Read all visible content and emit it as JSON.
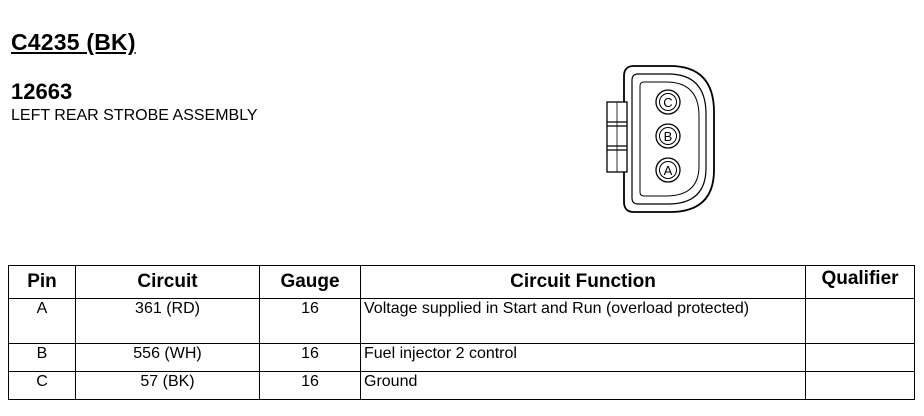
{
  "header": {
    "connector_id": "C4235 (BK)",
    "part_number": "12663",
    "description": "LEFT REAR STROBE ASSEMBLY"
  },
  "connector_diagram": {
    "pins": [
      "C",
      "B",
      "A"
    ]
  },
  "table": {
    "headers": {
      "pin": "Pin",
      "circuit": "Circuit",
      "gauge": "Gauge",
      "function": "Circuit Function",
      "qualifier": "Qualifier"
    },
    "rows": [
      {
        "pin": "A",
        "circuit": "361 (RD)",
        "gauge": "16",
        "function": "Voltage supplied in Start and Run (overload protected)",
        "qualifier": ""
      },
      {
        "pin": "B",
        "circuit": "556 (WH)",
        "gauge": "16",
        "function": "Fuel injector 2 control",
        "qualifier": ""
      },
      {
        "pin": "C",
        "circuit": "57 (BK)",
        "gauge": "16",
        "function": "Ground",
        "qualifier": ""
      }
    ]
  }
}
